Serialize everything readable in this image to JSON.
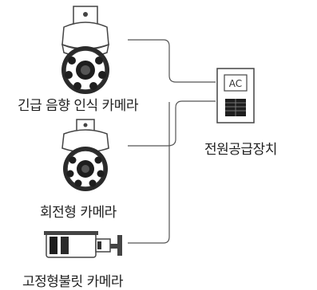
{
  "devices": {
    "emergency_camera_label": "긴급 음향 인식 카메라",
    "rotating_camera_label": "회전형 카메라",
    "fixed_bullet_camera_label": "고정형불릿 카메라"
  },
  "power_supply": {
    "label": "전원공급장치",
    "ac_text": "AC"
  },
  "colors": {
    "line": "#555555",
    "camera_body": "#444444",
    "camera_dark": "#1e1e1e",
    "text": "#1f1f1f"
  }
}
